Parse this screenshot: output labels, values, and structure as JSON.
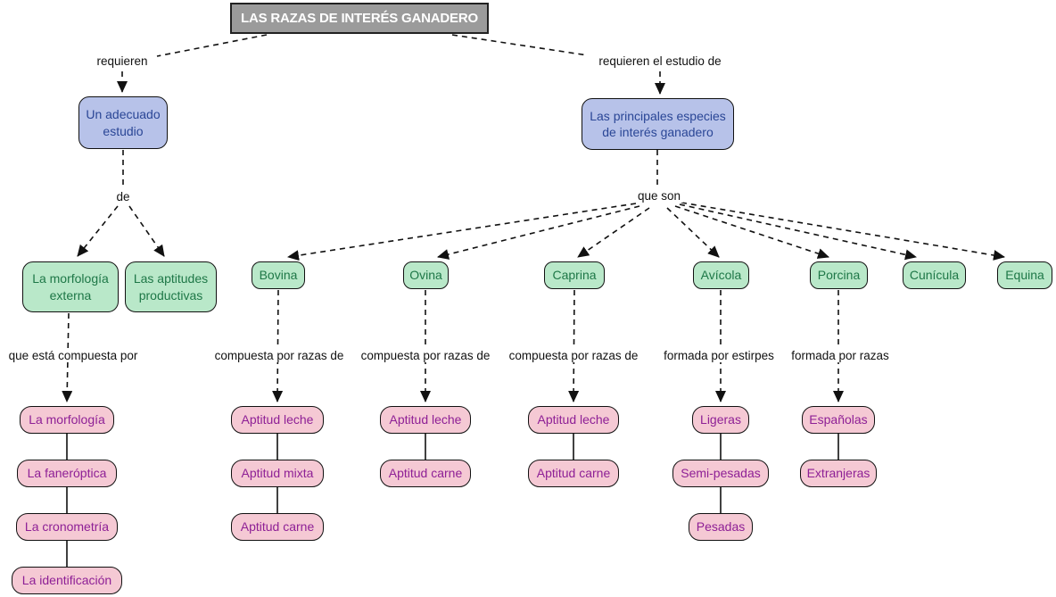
{
  "diagram": {
    "title": "LAS RAZAS DE INTERÉS GANADERO",
    "edge_labels": {
      "requieren": "requieren",
      "requieren_el_estudio_de": "requieren el estudio de",
      "de": "de",
      "que_son": "que son",
      "que_esta_compuesta_por": "que está compuesta por",
      "compuesta_por_razas_de": "compuesta por razas de",
      "formada_por_estirpes": "formada por estirpes",
      "formada_por_razas": "formada por razas"
    },
    "nodes": {
      "estudio": "Un adecuado estudio",
      "especies": "Las principales especies de interés ganadero",
      "morfologia_externa": "La morfología externa",
      "aptitudes_productivas": "Las aptitudes productivas",
      "especies_list": [
        "Bovina",
        "Ovina",
        "Caprina",
        "Avícola",
        "Porcina",
        "Cunícula",
        "Equina"
      ],
      "morfologia_partes": [
        "La morfología",
        "La faneróptica",
        "La cronometría",
        "La identificación"
      ],
      "bovina_razas": [
        "Aptitud leche",
        "Aptitud mixta",
        "Aptitud carne"
      ],
      "ovina_razas": [
        "Aptitud leche",
        "Aptitud carne"
      ],
      "caprina_razas": [
        "Aptitud leche",
        "Aptitud carne"
      ],
      "avicola_estirpes": [
        "Ligeras",
        "Semi-pesadas",
        "Pesadas"
      ],
      "porcina_razas": [
        "Españolas",
        "Extranjeras"
      ]
    },
    "colors": {
      "title_bg": "#9b9b9b",
      "title_text": "#ffffff",
      "concept_bg": "#b7c2e9",
      "concept_text": "#2a4696",
      "category_bg": "#b9e8c9",
      "category_text": "#1e7747",
      "leaf_bg": "#f5c9d4",
      "leaf_text": "#8e2096",
      "edge": "#111111"
    }
  }
}
